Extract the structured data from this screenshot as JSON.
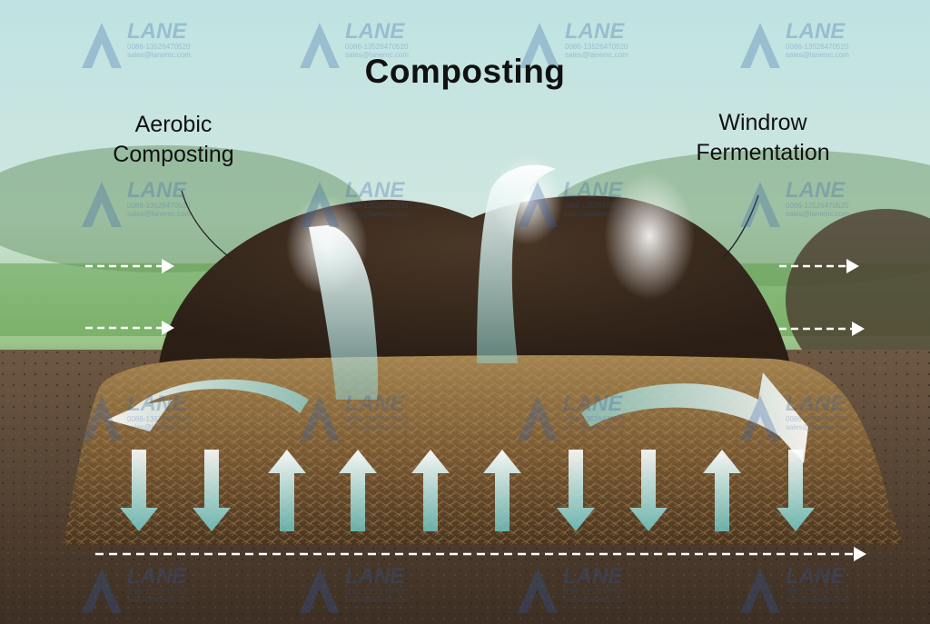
{
  "title": "Composting",
  "label_left": [
    "Aerobic",
    "Composting"
  ],
  "label_right": [
    "Windrow",
    "Fermentation"
  ],
  "watermark": {
    "brand": "LANE",
    "line1": "0086-13526470520",
    "line2": "sales@lanemc.com"
  },
  "colors": {
    "sky": "#bfe0de",
    "soil": "#4a3a2c",
    "hay": "#8a6a3c",
    "compost": "#3a2a1e",
    "arrow_fill": "#7fc9c4",
    "dashed_arrow": "#ffffff"
  },
  "arrows": {
    "directions": [
      "down",
      "down",
      "up",
      "up",
      "up",
      "up",
      "down",
      "down",
      "up",
      "down"
    ]
  }
}
